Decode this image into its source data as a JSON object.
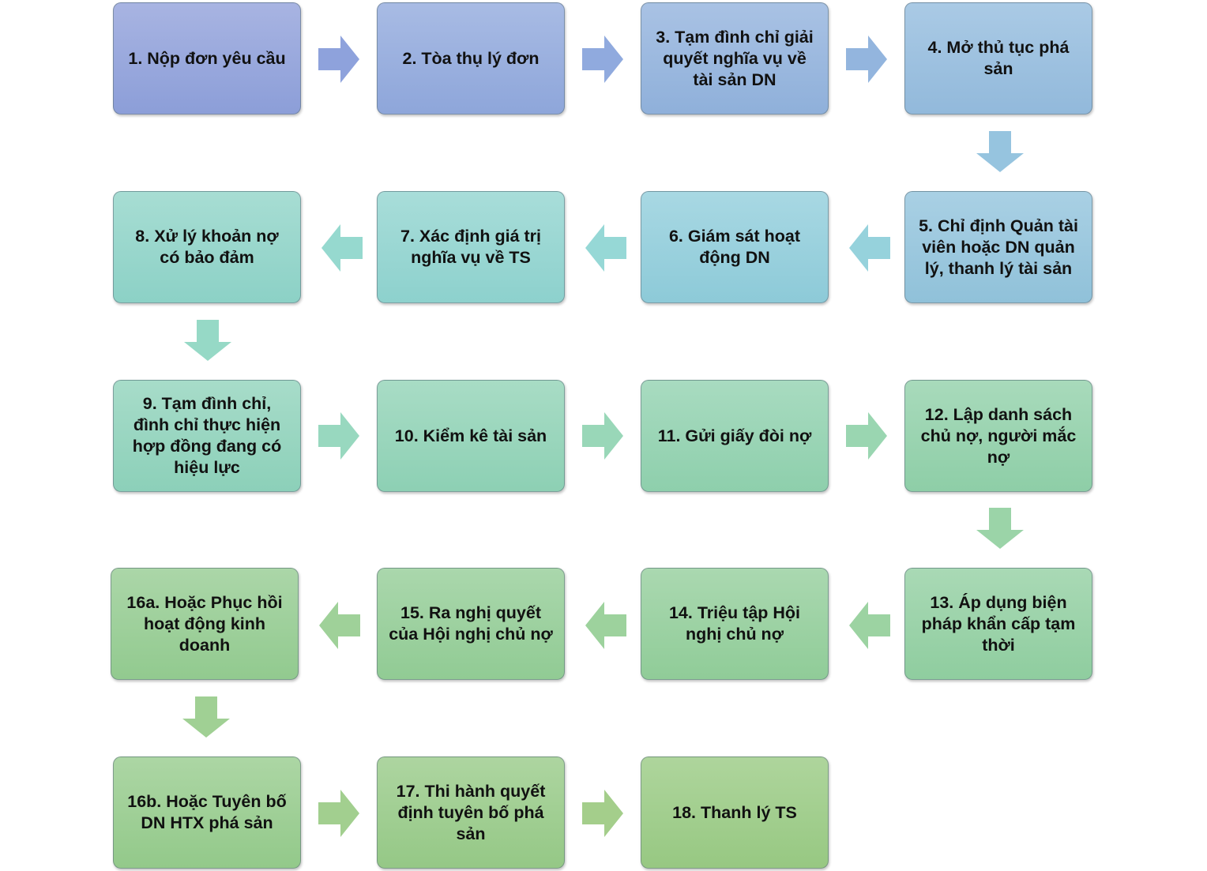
{
  "steps": [
    {
      "id": "1",
      "label": "1. Nộp đơn yêu cầu",
      "top": "#a8b4e2",
      "bottom": "#8c9ed8"
    },
    {
      "id": "2",
      "label": "2. Tòa thụ lý đơn",
      "top": "#a8bbe4",
      "bottom": "#8ea6da"
    },
    {
      "id": "3",
      "label": "3. Tạm đình chỉ giải quyết nghĩa vụ về tài sản DN",
      "top": "#a9c2e4",
      "bottom": "#8fb0da"
    },
    {
      "id": "4",
      "label": "4. Mở thủ tục phá sản",
      "top": "#aacae5",
      "bottom": "#92b9db"
    },
    {
      "id": "5",
      "label": "5. Chỉ định Quản tài viên hoặc DN quản lý, thanh lý tài sản",
      "top": "#a9d0e4",
      "bottom": "#90c1d9"
    },
    {
      "id": "6",
      "label": "6. Giám sát hoạt động DN",
      "top": "#a8d8e3",
      "bottom": "#8dcad8"
    },
    {
      "id": "7",
      "label": "7. Xác định giá trị nghĩa vụ về TS",
      "top": "#a8ddd9",
      "bottom": "#8dd1cd"
    },
    {
      "id": "8",
      "label": "8. Xử lý khoản nợ có bảo đảm",
      "top": "#a7ddd3",
      "bottom": "#8cd1c6"
    },
    {
      "id": "9",
      "label": "9. Tạm đình chỉ, đình chỉ thực hiện hợp đồng đang có hiệu lực",
      "top": "#a7dcc9",
      "bottom": "#8cd0b9"
    },
    {
      "id": "10",
      "label": "10. Kiểm kê tài sản",
      "top": "#a8dcc5",
      "bottom": "#8dd0b4"
    },
    {
      "id": "11",
      "label": "11. Gửi giấy đòi nợ",
      "top": "#a8dbc0",
      "bottom": "#8ecfac"
    },
    {
      "id": "12",
      "label": "12. Lập danh sách chủ nợ, người mắc nợ",
      "top": "#a8dabb",
      "bottom": "#8ecea7"
    },
    {
      "id": "13",
      "label": "13. Áp dụng biện pháp khẩn cấp tạm thời",
      "top": "#a9d9b5",
      "bottom": "#8fcd9f"
    },
    {
      "id": "14",
      "label": "14. Triệu tập Hội nghị chủ nợ",
      "top": "#aad8b0",
      "bottom": "#90cc98"
    },
    {
      "id": "15",
      "label": "15. Ra nghị quyết của Hội nghị chủ nợ",
      "top": "#aad7ac",
      "bottom": "#91cb94"
    },
    {
      "id": "16a",
      "label": "16a. Hoặc Phục hồi hoạt động kinh doanh",
      "top": "#abd6a8",
      "bottom": "#92ca8f"
    },
    {
      "id": "16b",
      "label": "16b. Hoặc Tuyên bố DN HTX phá sản",
      "top": "#acd6a4",
      "bottom": "#93c98a"
    },
    {
      "id": "17",
      "label": "17. Thi hành quyết định tuyên bố phá sản",
      "top": "#add5a0",
      "bottom": "#95c886"
    },
    {
      "id": "18",
      "label": "18. Thanh lý TS",
      "top": "#aed59c",
      "bottom": "#97c882"
    }
  ],
  "arrows": [
    {
      "from": "1",
      "to": "2",
      "dir": "right",
      "color": "#8ea2dc"
    },
    {
      "from": "2",
      "to": "3",
      "dir": "right",
      "color": "#90aade"
    },
    {
      "from": "3",
      "to": "4",
      "dir": "right",
      "color": "#93b5de"
    },
    {
      "from": "4",
      "to": "5",
      "dir": "down",
      "color": "#96c4df"
    },
    {
      "from": "5",
      "to": "6",
      "dir": "left",
      "color": "#96d2dc"
    },
    {
      "from": "6",
      "to": "7",
      "dir": "left",
      "color": "#96d8d6"
    },
    {
      "from": "7",
      "to": "8",
      "dir": "left",
      "color": "#96d9cf"
    },
    {
      "from": "8",
      "to": "9",
      "dir": "down",
      "color": "#96d9c6"
    },
    {
      "from": "9",
      "to": "10",
      "dir": "right",
      "color": "#98d8bf"
    },
    {
      "from": "10",
      "to": "11",
      "dir": "right",
      "color": "#99d7b8"
    },
    {
      "from": "11",
      "to": "12",
      "dir": "right",
      "color": "#9ad6b1"
    },
    {
      "from": "12",
      "to": "13",
      "dir": "down",
      "color": "#9bd4a8"
    },
    {
      "from": "13",
      "to": "14",
      "dir": "left",
      "color": "#9cd3a2"
    },
    {
      "from": "14",
      "to": "15",
      "dir": "left",
      "color": "#9dd29d"
    },
    {
      "from": "15",
      "to": "16a",
      "dir": "left",
      "color": "#9fd199"
    },
    {
      "from": "16a",
      "to": "16b",
      "dir": "down",
      "color": "#a0d094"
    },
    {
      "from": "16b",
      "to": "17",
      "dir": "right",
      "color": "#a2cf8f"
    },
    {
      "from": "17",
      "to": "18",
      "dir": "right",
      "color": "#a4ce8b"
    }
  ]
}
